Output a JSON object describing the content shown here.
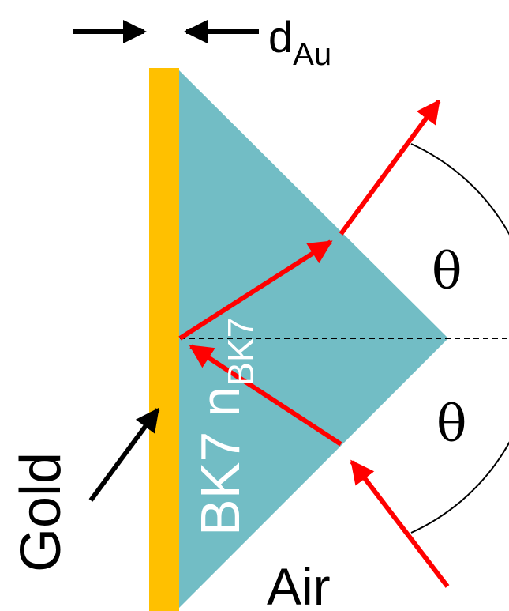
{
  "labels": {
    "thickness_main": "d",
    "thickness_sub": "Au",
    "gold": "Gold",
    "prism_material": "BK7",
    "index_main": "n",
    "index_sub": "BK7",
    "medium": "Air",
    "angle_upper": "θ",
    "angle_lower": "θ"
  },
  "colors": {
    "gold_film": "#FFC000",
    "prism": "#72BDC5",
    "beam": "#FF0000",
    "text_dark": "#000000",
    "text_light": "#FFFFFF",
    "background": "#FFFFFF"
  },
  "icons": {
    "thickness_left_arrow": "arrow-right-icon",
    "thickness_right_arrow": "arrow-left-icon",
    "gold_pointer": "arrow-up-right-icon"
  }
}
